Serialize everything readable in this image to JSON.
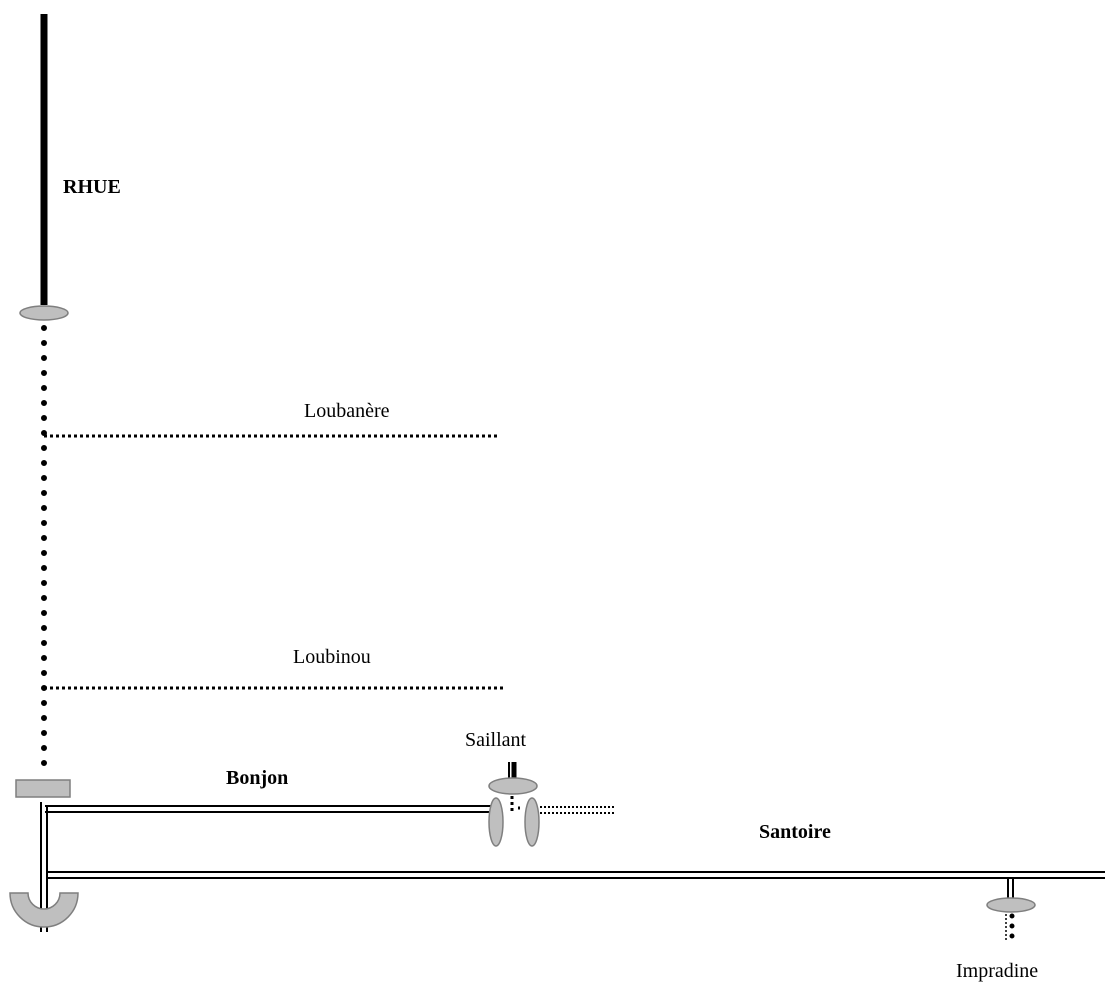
{
  "labels": {
    "rhue": "RHUE",
    "loubanere": "Loubanère",
    "loubinou": "Loubinou",
    "saillant": "Saillant",
    "bonjon": "Bonjon",
    "santoire": "Santoire",
    "impradine": "Impradine"
  },
  "colors": {
    "shape_fill": "#bfbfbf",
    "shape_stroke": "#7f7f7f",
    "line": "#000000"
  }
}
